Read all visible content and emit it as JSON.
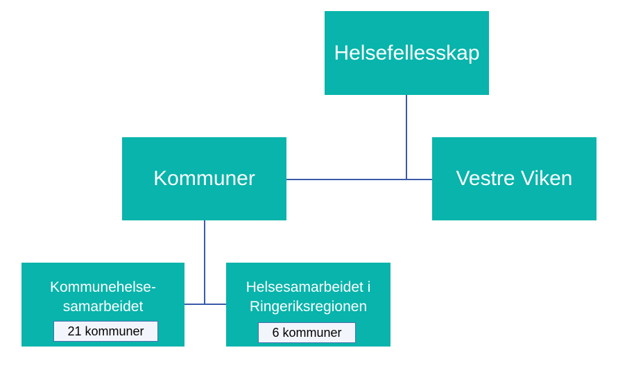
{
  "diagram": {
    "nodes": {
      "helsefellesskap": {
        "label": "Helsefellesskap"
      },
      "kommuner": {
        "label": "Kommuner"
      },
      "vestre_viken": {
        "label": "Vestre Viken"
      },
      "kommunehelse": {
        "label_line1": "Kommunehelse-",
        "label_line2": "samarbeidet",
        "badge": "21 kommuner"
      },
      "ringerike": {
        "label_line1": "Helsesamarbeidet i",
        "label_line2": "Ringeriksregionen",
        "badge": "6 kommuner"
      }
    },
    "colors": {
      "node_fill": "#08b4ab",
      "node_text": "#ffffff",
      "connector": "#3a5aa8",
      "badge_fill": "#f2f6fc",
      "badge_border": "#4a6fb0"
    }
  }
}
